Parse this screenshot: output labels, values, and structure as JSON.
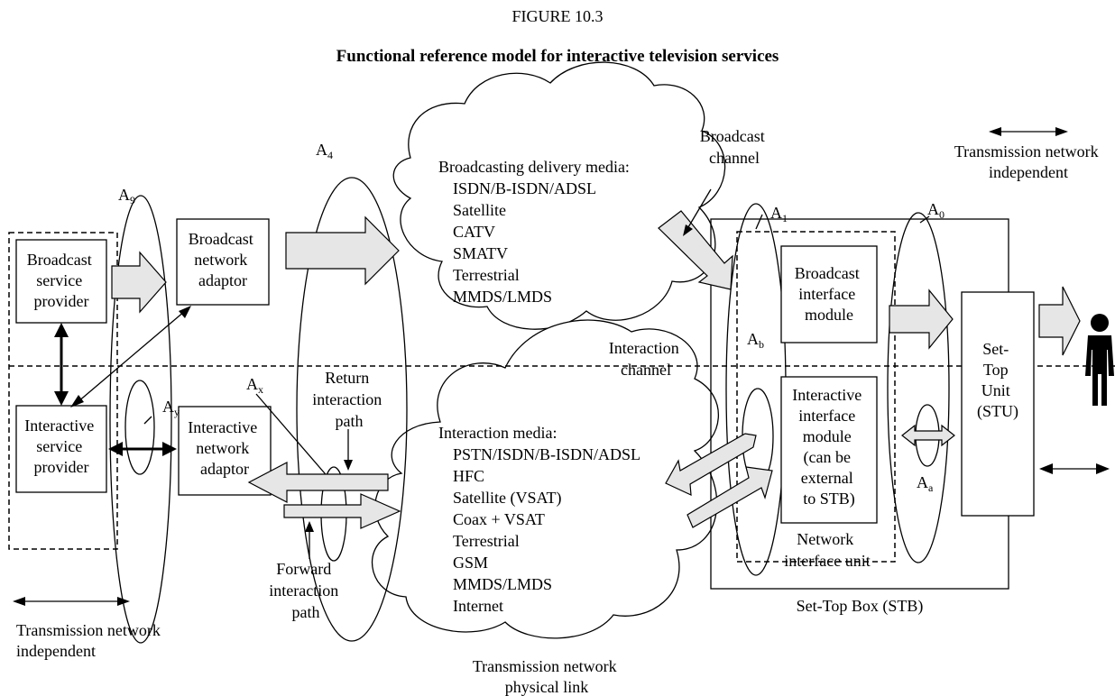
{
  "figure": {
    "number": "FIGURE 10.3",
    "title": "Functional reference model for interactive television services"
  },
  "boxes": {
    "broadcast_service_provider": [
      "Broadcast",
      "service",
      "provider"
    ],
    "interactive_service_provider": [
      "Interactive",
      "service",
      "provider"
    ],
    "broadcast_network_adaptor": [
      "Broadcast",
      "network",
      "adaptor"
    ],
    "interactive_network_adaptor": [
      "Interactive",
      "network",
      "adaptor"
    ],
    "broadcast_interface_module": [
      "Broadcast",
      "interface",
      "module"
    ],
    "interactive_interface_module": [
      "Interactive",
      "interface",
      "module",
      "(can be",
      "external",
      "to STB)"
    ],
    "set_top_unit": [
      "Set-",
      "Top",
      "Unit",
      "(STU)"
    ]
  },
  "clouds": {
    "broadcast": {
      "heading": "Broadcasting delivery media:",
      "items": [
        "ISDN/B-ISDN/ADSL",
        "Satellite",
        "CATV",
        "SMATV",
        "Terrestrial",
        "MMDS/LMDS"
      ]
    },
    "interaction": {
      "heading": "Interaction media:",
      "items": [
        "PSTN/ISDN/B-ISDN/ADSL",
        "HFC",
        "Satellite (VSAT)",
        "Coax + VSAT",
        "Terrestrial",
        "GSM",
        "MMDS/LMDS",
        "Internet"
      ]
    }
  },
  "interfaces": {
    "a9": {
      "letter": "A",
      "sub": "9"
    },
    "a4": {
      "letter": "A",
      "sub": "4"
    },
    "a1": {
      "letter": "A",
      "sub": "1"
    },
    "a0": {
      "letter": "A",
      "sub": "0"
    },
    "ay": {
      "letter": "A",
      "sub": "y"
    },
    "ax": {
      "letter": "A",
      "sub": "x"
    },
    "ab": {
      "letter": "A",
      "sub": "b"
    },
    "aa": {
      "letter": "A",
      "sub": "a"
    }
  },
  "labels": {
    "broadcast_channel": [
      "Broadcast",
      "channel"
    ],
    "interaction_channel": [
      "Interaction",
      "channel"
    ],
    "return_path": [
      "Return",
      "interaction",
      "path"
    ],
    "forward_path": [
      "Forward",
      "interaction",
      "path"
    ],
    "network_interface_unit": [
      "Network",
      "interface unit"
    ],
    "set_top_box": "Set-Top Box (STB)",
    "tni_top": [
      "Transmission network",
      "independent"
    ],
    "tni_bottom": [
      "Transmission network",
      "independent"
    ],
    "physical_link": [
      "Transmission network",
      "physical link"
    ]
  }
}
